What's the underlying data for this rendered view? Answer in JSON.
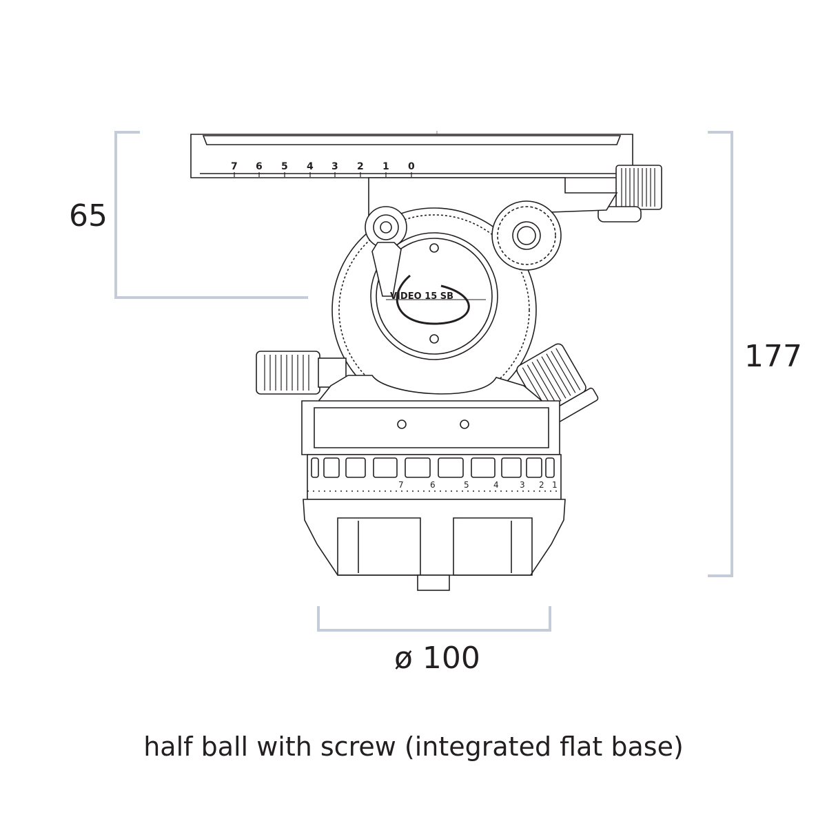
{
  "dimensions": {
    "plate_height": "65",
    "total_height": "177",
    "base_diameter": "ø 100"
  },
  "plate_scale": [
    "7",
    "6",
    "5",
    "4",
    "3",
    "2",
    "1",
    "0"
  ],
  "pan_scale": [
    "7",
    "6",
    "5",
    "4",
    "3",
    "2",
    "1"
  ],
  "brand_badge": "VIDEO 15 SB",
  "caption": "half ball with screw (integrated flat base)",
  "colors": {
    "dimension_line": "#c3ccd8",
    "drawing": "#231f20"
  }
}
